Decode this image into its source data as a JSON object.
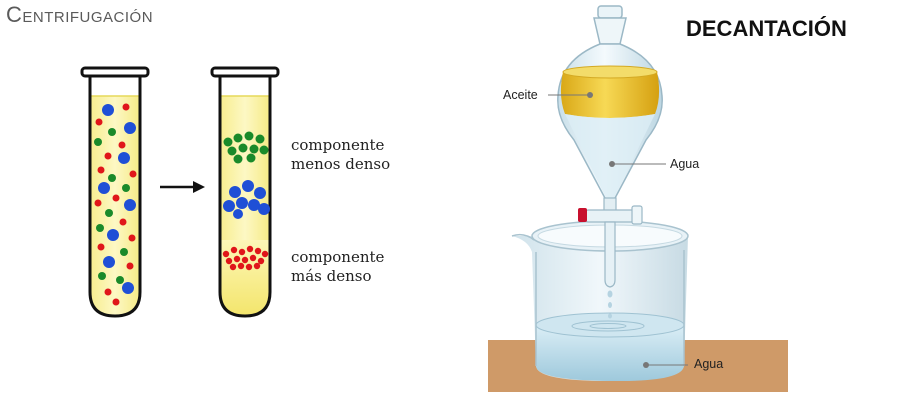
{
  "centrifugation": {
    "title": "Centrifugación",
    "label_less_dense_line1": "componente",
    "label_less_dense_line2": "menos denso",
    "label_more_dense_line1": "componente",
    "label_more_dense_line2": "más denso"
  },
  "decantation": {
    "title": "DECANTACIÓN",
    "label_oil": "Aceite",
    "label_water_top": "Agua",
    "label_water_bottom": "Agua"
  },
  "colors": {
    "liquid_yellow": "#fbf3a6",
    "particle_blue": "#1f4fd6",
    "particle_green": "#1a8a2a",
    "particle_red": "#e0161a",
    "oil_yellow": "#f1c630",
    "ground": "#cf9a68"
  }
}
